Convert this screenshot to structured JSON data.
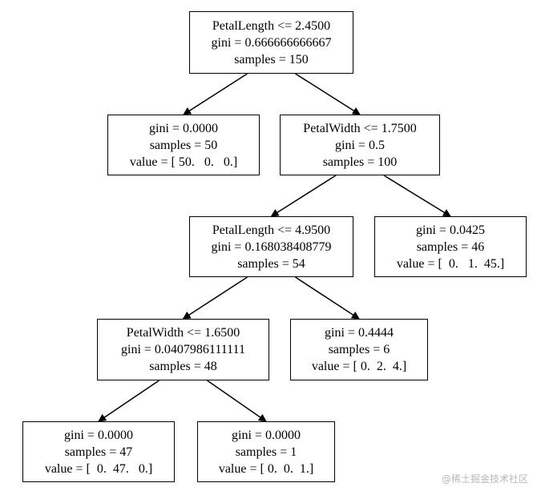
{
  "tree": {
    "nodes": [
      {
        "id": "n0",
        "lines": [
          "PetalLength <= 2.4500",
          "gini = 0.666666666667",
          "samples = 150"
        ]
      },
      {
        "id": "n1",
        "lines": [
          "gini = 0.0000",
          "samples = 50",
          "value = [ 50.   0.   0.]"
        ]
      },
      {
        "id": "n2",
        "lines": [
          "PetalWidth <= 1.7500",
          "gini = 0.5",
          "samples = 100"
        ]
      },
      {
        "id": "n3",
        "lines": [
          "PetalLength <= 4.9500",
          "gini = 0.168038408779",
          "samples = 54"
        ]
      },
      {
        "id": "n4",
        "lines": [
          "gini = 0.0425",
          "samples = 46",
          "value = [  0.   1.  45.]"
        ]
      },
      {
        "id": "n5",
        "lines": [
          "PetalWidth <= 1.6500",
          "gini = 0.0407986111111",
          "samples = 48"
        ]
      },
      {
        "id": "n6",
        "lines": [
          "gini = 0.4444",
          "samples = 6",
          "value = [ 0.  2.  4.]"
        ]
      },
      {
        "id": "n7",
        "lines": [
          "gini = 0.0000",
          "samples = 47",
          "value = [  0.  47.   0.]"
        ]
      },
      {
        "id": "n8",
        "lines": [
          "gini = 0.0000",
          "samples = 1",
          "value = [ 0.  0.  1.]"
        ]
      }
    ],
    "edges": [
      {
        "from": "n0",
        "to": "n1"
      },
      {
        "from": "n0",
        "to": "n2"
      },
      {
        "from": "n2",
        "to": "n3"
      },
      {
        "from": "n2",
        "to": "n4"
      },
      {
        "from": "n3",
        "to": "n5"
      },
      {
        "from": "n3",
        "to": "n6"
      },
      {
        "from": "n5",
        "to": "n7"
      },
      {
        "from": "n5",
        "to": "n8"
      }
    ]
  },
  "watermark": "@稀土掘金技术社区"
}
